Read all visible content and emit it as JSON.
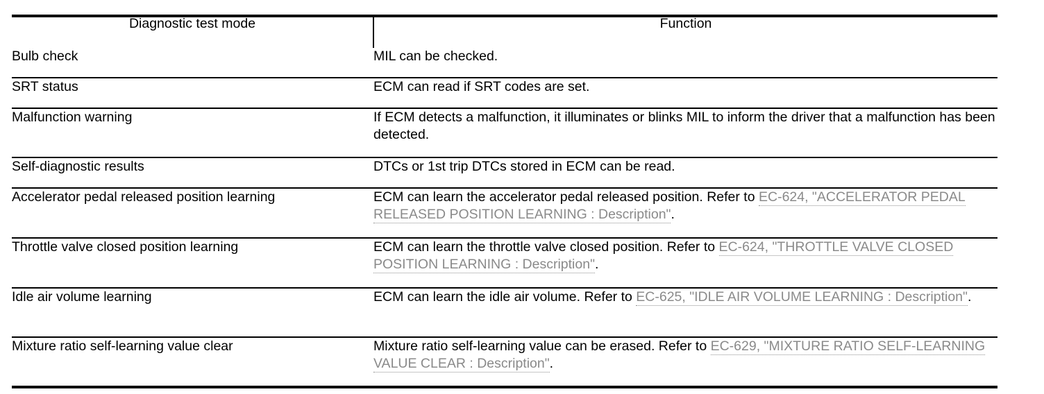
{
  "table": {
    "headers": {
      "mode": "Diagnostic test mode",
      "function": "Function"
    },
    "rows": [
      {
        "mode": "Bulb check",
        "function_prefix": "MIL can be checked.",
        "link": "",
        "function_suffix": ""
      },
      {
        "mode": "SRT status",
        "function_prefix": "ECM can read if SRT codes are set.",
        "link": "",
        "function_suffix": ""
      },
      {
        "mode": "Malfunction warning",
        "function_prefix": "If ECM detects a malfunction, it illuminates or blinks MIL to inform the driver that a malfunction has been detected.",
        "link": "",
        "function_suffix": ""
      },
      {
        "mode": "Self-diagnostic results",
        "function_prefix": "DTCs or 1st trip DTCs stored in ECM can be read.",
        "link": "",
        "function_suffix": ""
      },
      {
        "mode": "Accelerator pedal released position learning",
        "function_prefix": "ECM can learn the accelerator pedal released position. Refer to ",
        "link": "EC-624, \"ACCELERATOR PEDAL RELEASED POSITION LEARNING : Description\"",
        "function_suffix": "."
      },
      {
        "mode": "Throttle valve closed position learning",
        "function_prefix": "ECM can learn the throttle valve closed position. Refer to ",
        "link": "EC-624, \"THROTTLE VALVE CLOSED POSITION LEARNING : Description\"",
        "function_suffix": "."
      },
      {
        "mode": "Idle air volume learning",
        "function_prefix": "ECM can learn the idle air volume. Refer to ",
        "link": "EC-625, \"IDLE AIR VOLUME LEARNING : Description\"",
        "function_suffix": "."
      },
      {
        "mode": "Mixture ratio self-learning value clear",
        "function_prefix": "Mixture ratio self-learning value can be erased. Refer to ",
        "link": "EC-629, \"MIXTURE RATIO SELF-LEARNING VALUE CLEAR : Description\"",
        "function_suffix": "."
      }
    ]
  },
  "colors": {
    "text": "#000000",
    "link": "#8a8a8a",
    "rule": "#000000",
    "background": "#ffffff"
  }
}
